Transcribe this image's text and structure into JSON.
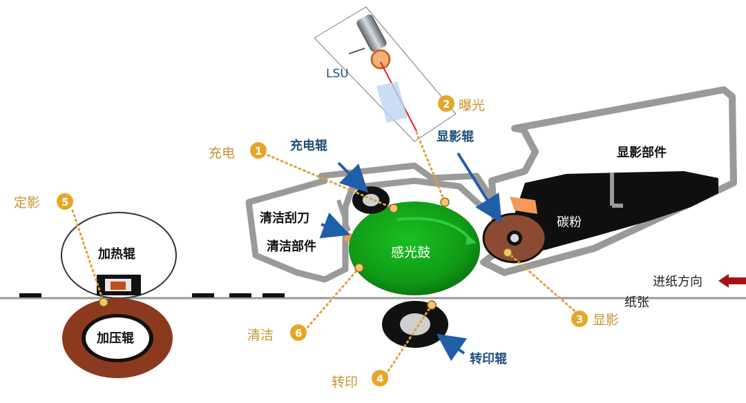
{
  "labels": {
    "lsu": "LSU",
    "exposure_num": "2",
    "exposure": "曝光",
    "developer_roller": "显影辊",
    "developer_unit": "显影部件",
    "toner": "碳粉",
    "charge_num": "1",
    "charge": "充电",
    "charge_roller": "充电辊",
    "cleaning_blade": "清洁刮刀",
    "cleaning_unit": "清洁部件",
    "drum": "感光鼓",
    "fuse_num": "5",
    "fuse": "定影",
    "heat_roller": "加热辊",
    "pressure_roller": "加压辊",
    "feed_direction": "进纸方向",
    "paper": "纸张",
    "develop_num": "3",
    "develop": "显影",
    "clean_num": "6",
    "clean": "清洁",
    "transfer_roller": "转印辊",
    "transfer_num": "4",
    "transfer": "转印"
  },
  "colors": {
    "gold": "#d9a43a",
    "blue_arrow": "#1f5fa8",
    "drum_green": "#10a21a",
    "pressure_brown": "#8b3a1e",
    "feed_arrow": "#a31515",
    "housing_gray": "#9a9a9a",
    "toner_black": "#0f0f0f"
  }
}
